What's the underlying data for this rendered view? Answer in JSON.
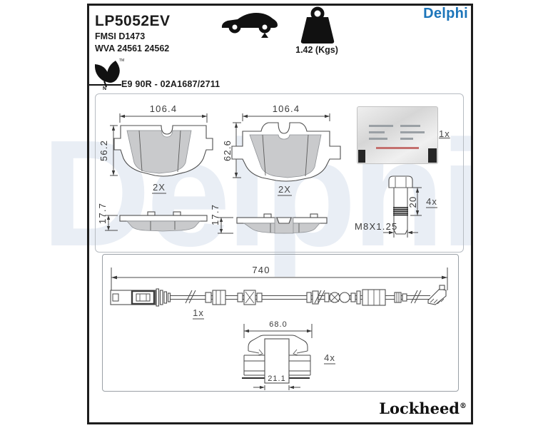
{
  "watermark": "Delphi",
  "header": {
    "part_number": "LP5052EV",
    "fmsi": "FMSI D1473",
    "wva": "WVA 24561 24562",
    "brand_logo": "Delphi",
    "weight_label": "1.42 (Kgs)",
    "approval_code": "E9 90R - 02A1687/2711",
    "eco_letter": "N",
    "eco_tm": "TM"
  },
  "pad_front_left": {
    "width_mm": "106.4",
    "height_mm": "56.2",
    "qty": "2X"
  },
  "pad_front_right": {
    "width_mm": "106.4",
    "height_mm": "62.6",
    "qty": "2X"
  },
  "pad_side_left": {
    "thickness_mm": "17.7"
  },
  "pad_side_right": {
    "thickness_mm": "17.7"
  },
  "grease_sachet": {
    "qty": "1x"
  },
  "bolt": {
    "thread": "M8X1.25",
    "length_mm": "20",
    "qty": "4x"
  },
  "wear_sensor": {
    "length_mm": "740",
    "qty": "1x"
  },
  "fitting_clip": {
    "width_mm": "68.0",
    "inner_mm": "21.1",
    "qty": "4x"
  },
  "footer": {
    "brand": "Lockheed",
    "registered": "®"
  },
  "colors": {
    "brand_blue": "#1c75ba",
    "watermark": "#e9eef5",
    "friction_gray": "#c9cacc",
    "line": "#4a4a4a"
  }
}
